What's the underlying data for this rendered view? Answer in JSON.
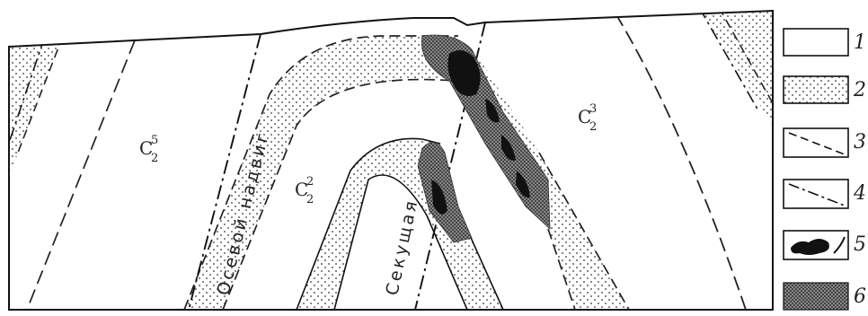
{
  "section": {
    "units": [
      {
        "id": "c25",
        "base": "C",
        "sub": "2",
        "sup": "5"
      },
      {
        "id": "c22",
        "base": "C",
        "sub": "2",
        "sup": "2"
      },
      {
        "id": "c23",
        "base": "C",
        "sub": "2",
        "sup": "3"
      }
    ],
    "faults": {
      "main_thrust": "Осевой надвиг",
      "cross_fault": "Секущая"
    }
  },
  "legend": {
    "items": [
      {
        "num": "1",
        "symbol": "blank"
      },
      {
        "num": "2",
        "symbol": "dotted"
      },
      {
        "num": "3",
        "symbol": "dashed-line"
      },
      {
        "num": "4",
        "symbol": "dash-dot-line"
      },
      {
        "num": "5",
        "symbol": "black-ore-bodies"
      },
      {
        "num": "6",
        "symbol": "crosshatch"
      }
    ]
  }
}
